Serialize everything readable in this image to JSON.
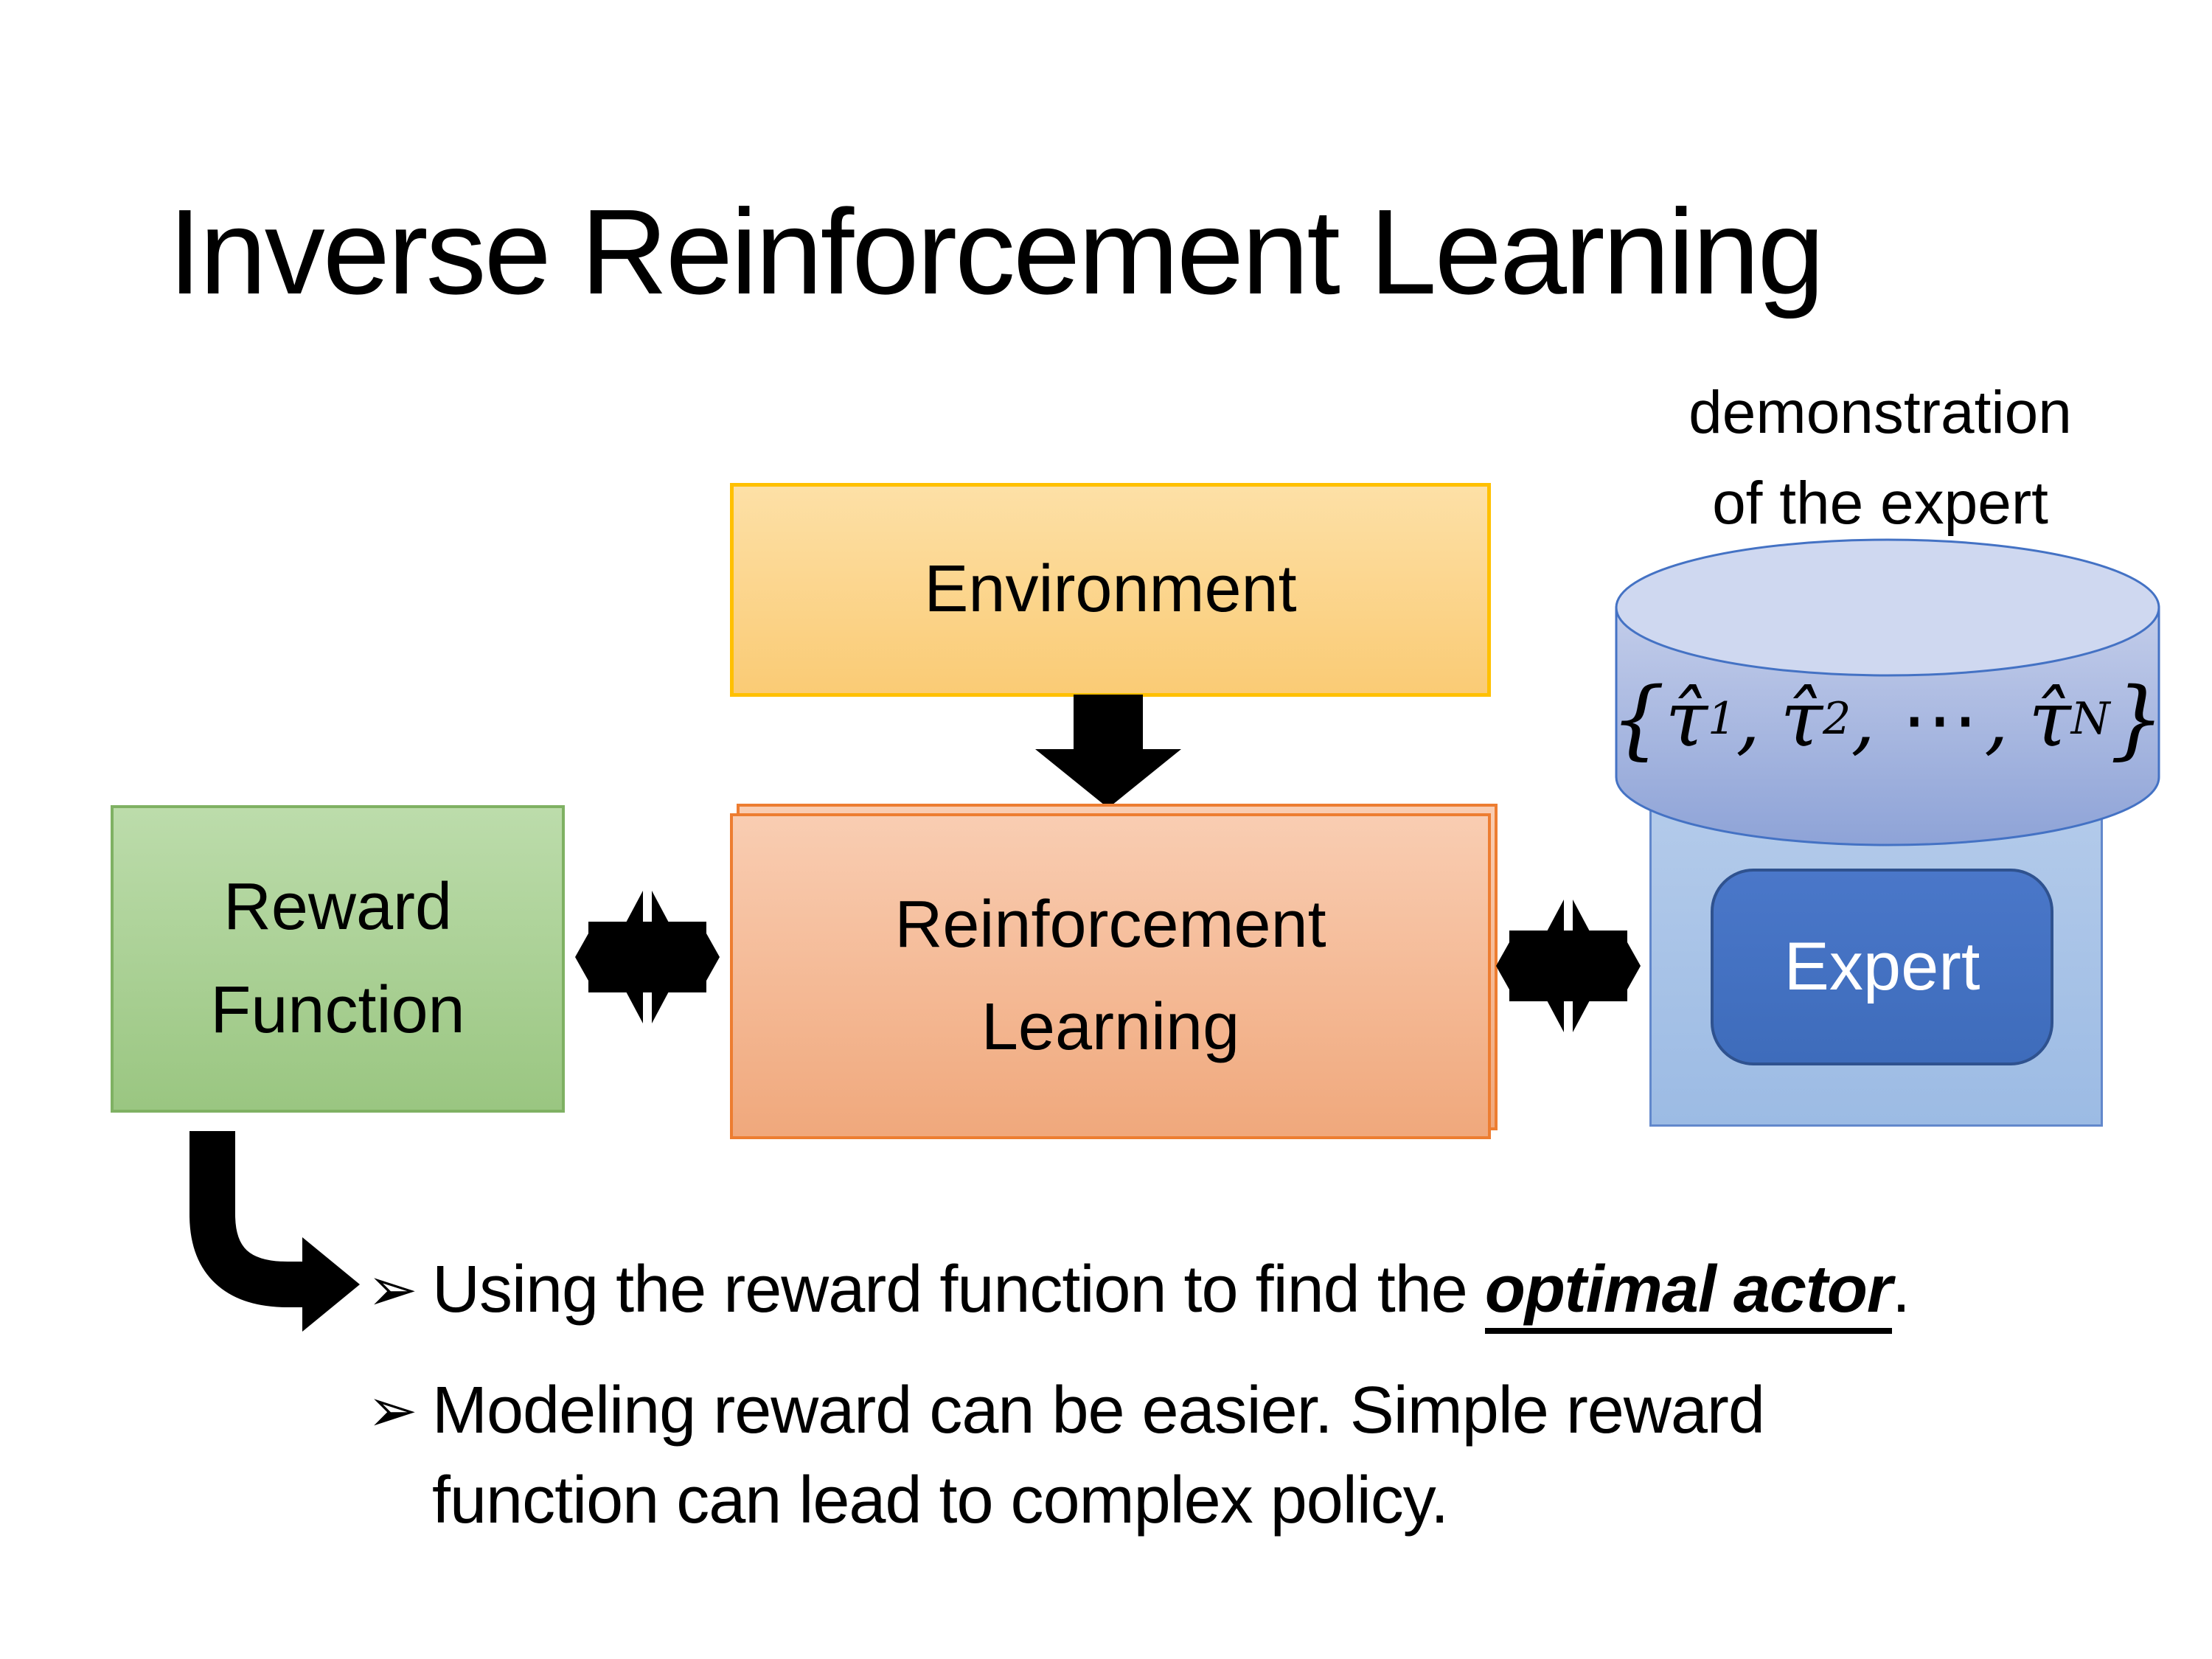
{
  "slide": {
    "title": "Inverse Reinforcement Learning",
    "demo_label": {
      "line1": "demonstration",
      "line2": "of the expert"
    },
    "environment_box": {
      "label": "Environment"
    },
    "reward_box": {
      "line1": "Reward",
      "line2": "Function"
    },
    "rl_box": {
      "line1": "Reinforcement",
      "line2": "Learning"
    },
    "expert_box": {
      "label": "Expert"
    },
    "demonstrations": {
      "brace_open": "{",
      "tau_hat": "τ̂",
      "sub_1": "1",
      "sub_2": "2",
      "comma": ",",
      "cdots": "⋯",
      "sub_n": "N",
      "brace_close": "}"
    },
    "bullets": {
      "marker": "➢",
      "item1": {
        "before": "Using the reward function to find the ",
        "highlight": "optimal actor",
        "after": "."
      },
      "item2": "Modeling reward can be easier. Simple reward function can lead to complex policy."
    },
    "colors": {
      "environment_fill": "#FBD184",
      "environment_border": "#FFC000",
      "reward_fill": "#A9CE93",
      "reward_border": "#7FB163",
      "rl_fill": "#F4B58E",
      "rl_border": "#ED7D31",
      "expert_container_fill": "#A3C0E6",
      "expert_container_border": "#6288CC",
      "cylinder_fill": "#9FB0DF",
      "cylinder_border": "#4472C4",
      "expert_fill": "#4472C4",
      "expert_border": "#2F528F",
      "arrow_black": "#000000",
      "text": "#000000"
    }
  }
}
